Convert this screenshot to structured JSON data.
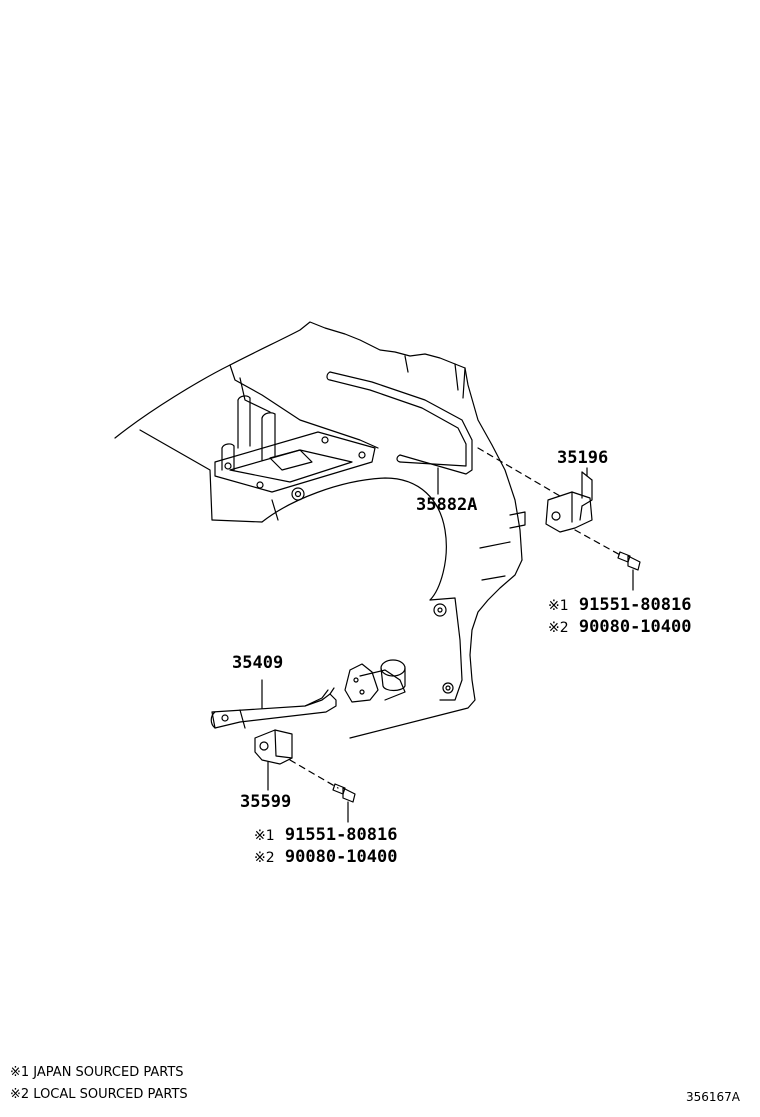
{
  "parts": {
    "p35196": "35196",
    "p35882A": "35882A",
    "p35409": "35409",
    "p35599": "35599"
  },
  "fasteners": {
    "upper": {
      "line1_mark": "※1",
      "line1_number": "91551-80816",
      "line2_mark": "※2",
      "line2_number": "90080-10400"
    },
    "lower": {
      "line1_mark": "※1",
      "line1_number": "91551-80816",
      "line2_mark": "※2",
      "line2_number": "90080-10400"
    }
  },
  "legend": {
    "note1": "※1 JAPAN SOURCED PARTS",
    "note2": "※2 LOCAL SOURCED PARTS"
  },
  "diagram_ref": "356167A"
}
